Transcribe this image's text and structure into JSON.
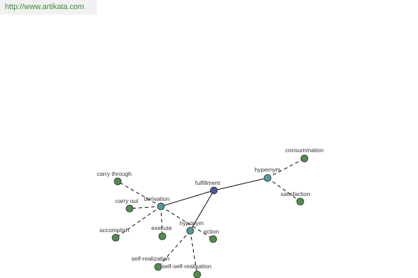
{
  "header": {
    "source_link": "http://www.artikata.com"
  },
  "graph": {
    "colors": {
      "root": "#4a5aa0",
      "relation": "#4f9aa0",
      "leaf": "#4f8f4a"
    },
    "nodes": [
      {
        "id": "fulfillment",
        "label": "fulfillment",
        "kind": "root"
      },
      {
        "id": "hypernym",
        "label": "hypernym",
        "kind": "relation"
      },
      {
        "id": "derivation",
        "label": "derivation",
        "kind": "relation"
      },
      {
        "id": "hyponym",
        "label": "hyponym",
        "kind": "relation"
      },
      {
        "id": "consummation",
        "label": "consummation",
        "kind": "leaf"
      },
      {
        "id": "satisfaction",
        "label": "satisfaction",
        "kind": "leaf"
      },
      {
        "id": "carry-through",
        "label": "carry through",
        "kind": "leaf"
      },
      {
        "id": "carry-out",
        "label": "carry out",
        "kind": "leaf"
      },
      {
        "id": "accomplish",
        "label": "accomplish",
        "kind": "leaf"
      },
      {
        "id": "execute",
        "label": "execute",
        "kind": "leaf"
      },
      {
        "id": "action",
        "label": "action",
        "kind": "leaf"
      },
      {
        "id": "self-realization",
        "label": "self-realization",
        "kind": "leaf"
      },
      {
        "id": "self-self-realisation",
        "label": "self-self-realisation",
        "kind": "leaf"
      }
    ],
    "edges": [
      {
        "from": "fulfillment",
        "to": "hypernym",
        "style": "solid"
      },
      {
        "from": "fulfillment",
        "to": "derivation",
        "style": "solid"
      },
      {
        "from": "fulfillment",
        "to": "hyponym",
        "style": "solid"
      },
      {
        "from": "hypernym",
        "to": "consummation",
        "style": "dashed"
      },
      {
        "from": "hypernym",
        "to": "satisfaction",
        "style": "dashed"
      },
      {
        "from": "derivation",
        "to": "carry-through",
        "style": "dashed"
      },
      {
        "from": "derivation",
        "to": "carry-out",
        "style": "dashed"
      },
      {
        "from": "derivation",
        "to": "accomplish",
        "style": "dashed"
      },
      {
        "from": "derivation",
        "to": "execute",
        "style": "dashed"
      },
      {
        "from": "derivation",
        "to": "action",
        "style": "dashed"
      },
      {
        "from": "hyponym",
        "to": "self-realization",
        "style": "dashed"
      },
      {
        "from": "hyponym",
        "to": "self-self-realisation",
        "style": "dashed"
      }
    ]
  }
}
